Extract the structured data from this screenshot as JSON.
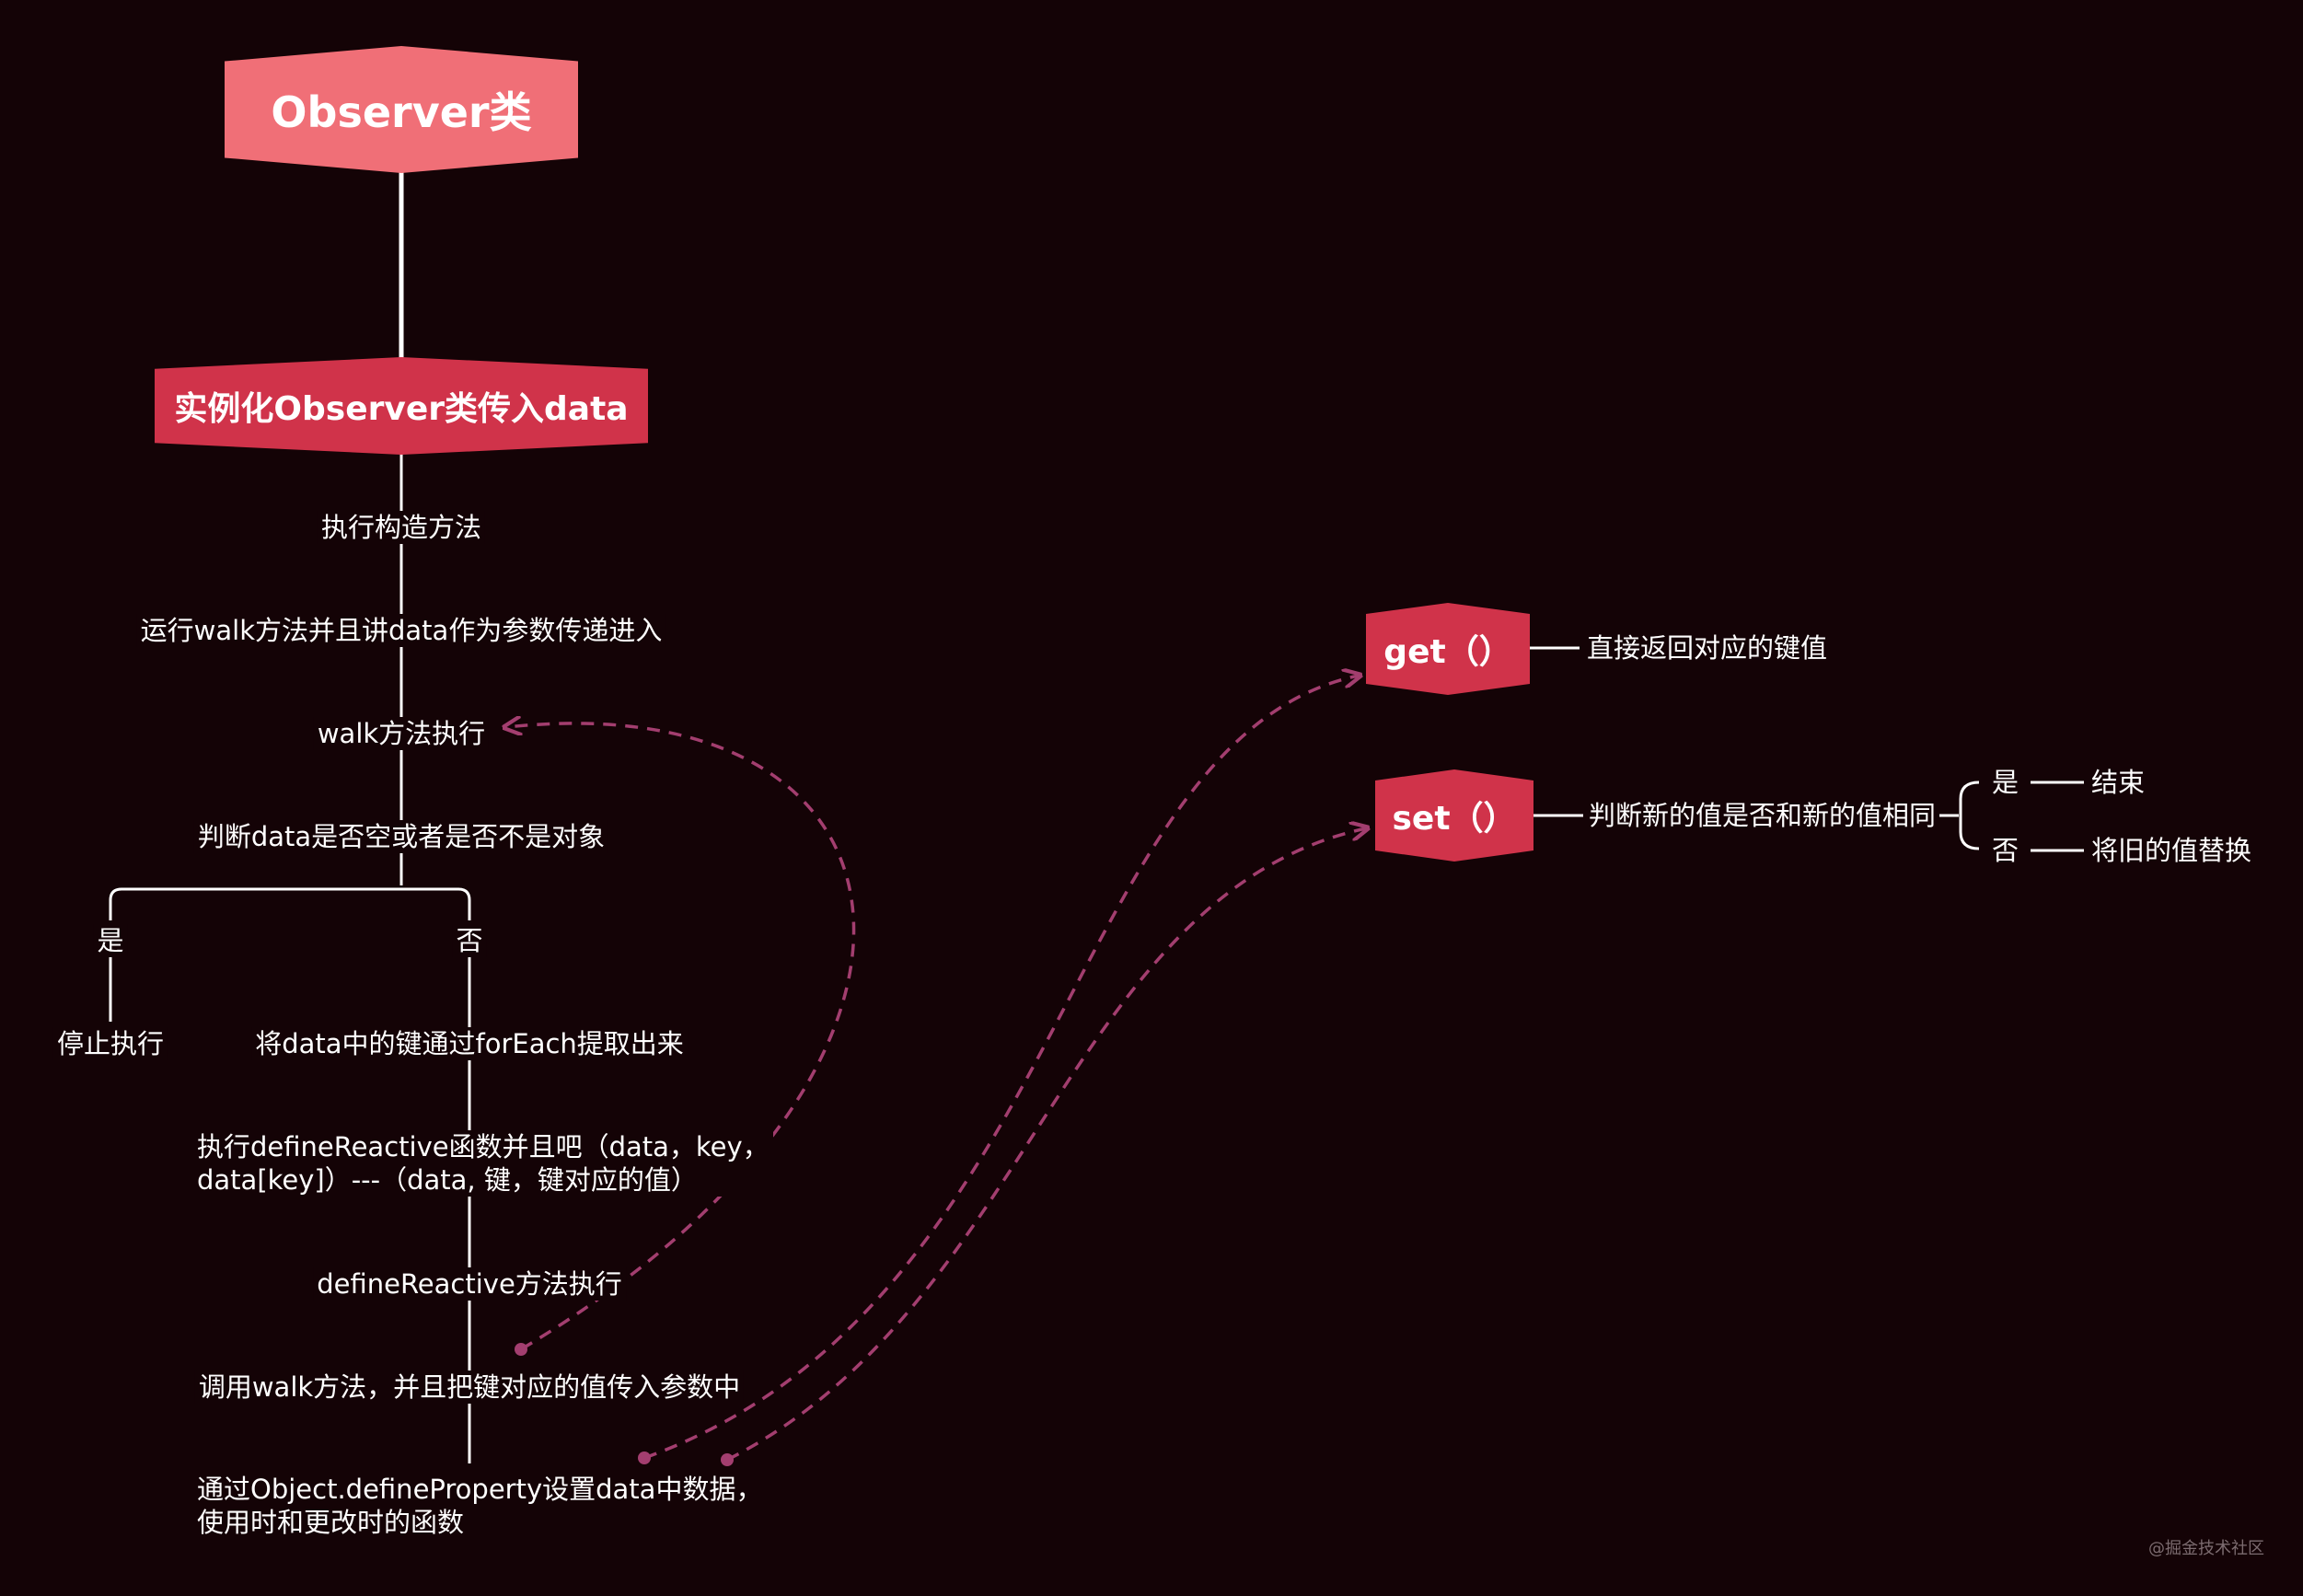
{
  "colors": {
    "background": "#140306",
    "root_fill": "#f06f77",
    "node_fill": "#d0334a",
    "line": "#ffffff",
    "dashed": "#a33e6f"
  },
  "root": {
    "label": "Observer类"
  },
  "instance": {
    "label": "实例化Observer类传入data"
  },
  "steps": {
    "constructor": "执行构造方法",
    "run_walk": "运行walk方法并且讲data作为参数传递进入",
    "walk_exec": "walk方法执行",
    "judge_data": "判断data是否空或者是否不是对象",
    "yes": "是",
    "no": "否",
    "stop": "停止执行",
    "foreach": "将data中的键通过forEach提取出来",
    "define_call_1": "执行defineReactive函数并且吧（data，key，",
    "define_call_2": "data[key]）---（data, 键，键对应的值）",
    "define_exec": "defineReactive方法执行",
    "call_walk": "调用walk方法，并且把键对应的值传入参数中",
    "define_prop_1": "通过Object.defineProperty设置data中数据，",
    "define_prop_2": "使用时和更改时的函数"
  },
  "getter": {
    "label": "get（）",
    "desc": "直接返回对应的键值"
  },
  "setter": {
    "label": "set（）",
    "desc": "判断新的值是否和新的值相同",
    "yes": "是",
    "yes_result": "结束",
    "no": "否",
    "no_result": "将旧的值替换"
  },
  "watermark": "@掘金技术社区"
}
